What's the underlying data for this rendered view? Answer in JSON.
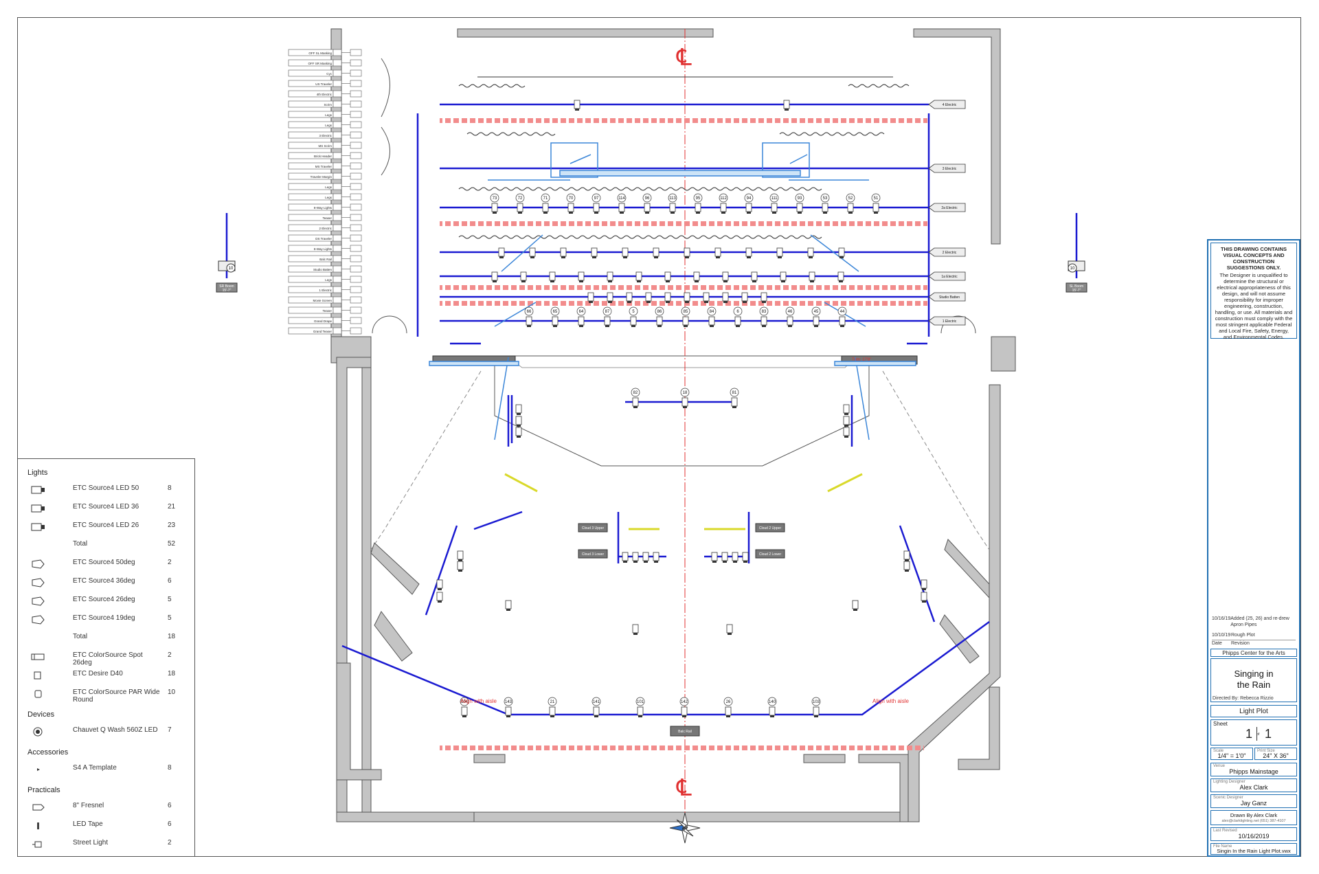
{
  "plot": {
    "centerline_symbol": "℄",
    "electrics": [
      "4 Electric",
      "3 Electric",
      "2a Electric",
      "2 Electric",
      "1a Electric",
      "Studio Batten",
      "1 Electric"
    ],
    "booms": [
      {
        "name": "SR Boom",
        "height": "15'-7\"",
        "unit": "10"
      },
      {
        "name": "SL Boom",
        "height": "15'-7\"",
        "unit": "10"
      }
    ],
    "annotations": {
      "align_left": "Align with aisle",
      "align_right": "Align with aisle",
      "cloud_labels": [
        "Cloud 3 Upper",
        "Cloud 3 Lower",
        "Cloud 2 Upper",
        "Cloud 2 Lower"
      ],
      "rail_label": "Balc Rail",
      "trim_label": "Trim: 17'8\""
    },
    "lineset_rows": [
      "OFF SL Masking",
      "OFF SR Masking",
      "Cyc",
      "US Traveler",
      "4th Electric",
      "Scrim",
      "Legs",
      "Legs",
      "3 Electric",
      "MS Scrim",
      "Brick Header",
      "MS Traveler",
      "Traveler Margin",
      "Legs",
      "Legs",
      "8-Way Lights",
      "Teaser",
      "2 Electric",
      "DS Traveler",
      "8-Way Lights",
      "Balc Rail",
      "Studio Batten",
      "Legs",
      "1 Electric",
      "Movie Screen",
      "Teaser",
      "Grand Drape",
      "Grand Teaser"
    ],
    "unit_numbers_2a": [
      "73",
      "72",
      "71",
      "70",
      "97",
      "114",
      "96",
      "113",
      "95",
      "112",
      "94",
      "111",
      "93",
      "53",
      "52",
      "51"
    ],
    "unit_numbers_1": [
      "66",
      "65",
      "64",
      "87",
      "5",
      "86",
      "85",
      "84",
      "6",
      "83",
      "46",
      "45",
      "44"
    ],
    "unit_numbers_house": [
      "82",
      "18",
      "81"
    ],
    "unit_numbers_rail": [
      "104",
      "143",
      "21",
      "141",
      "101",
      "142",
      "26",
      "140",
      "103"
    ]
  },
  "legend": {
    "sections": [
      {
        "title": "Lights",
        "rows": [
          {
            "icon": "led-fixture-icon",
            "name": "ETC Source4 LED 50",
            "count": "8"
          },
          {
            "icon": "led-fixture-icon",
            "name": "ETC Source4 LED 36",
            "count": "21"
          },
          {
            "icon": "led-fixture-icon",
            "name": "ETC Source4 LED 26",
            "count": "23"
          },
          {
            "icon": "",
            "name": "Total",
            "count": "52"
          },
          {
            "icon": "ellipsoidal-icon",
            "name": "ETC Source4 50deg",
            "count": "2"
          },
          {
            "icon": "ellipsoidal-icon",
            "name": "ETC Source4 36deg",
            "count": "6"
          },
          {
            "icon": "ellipsoidal-icon",
            "name": "ETC Source4 26deg",
            "count": "5"
          },
          {
            "icon": "ellipsoidal-icon",
            "name": "ETC Source4 19deg",
            "count": "5"
          },
          {
            "icon": "",
            "name": "Total",
            "count": "18"
          },
          {
            "icon": "spot-icon",
            "name": "ETC ColorSource Spot 26deg",
            "count": "2"
          },
          {
            "icon": "desire-icon",
            "name": "ETC Desire D40",
            "count": "18"
          },
          {
            "icon": "par-icon",
            "name": "ETC ColorSource PAR Wide Round",
            "count": "10"
          }
        ]
      },
      {
        "title": "Devices",
        "rows": [
          {
            "icon": "moving-wash-icon",
            "name": "Chauvet Q Wash 560Z LED",
            "count": "7"
          }
        ]
      },
      {
        "title": "Accessories",
        "rows": [
          {
            "icon": "template-icon",
            "name": "S4 A Template",
            "count": "8"
          }
        ]
      },
      {
        "title": "Practicals",
        "rows": [
          {
            "icon": "fresnel-icon",
            "name": "8\" Fresnel",
            "count": "6"
          },
          {
            "icon": "led-tape-icon",
            "name": "LED Tape",
            "count": "6"
          },
          {
            "icon": "street-light-icon",
            "name": "Street Light",
            "count": "2"
          }
        ]
      }
    ]
  },
  "titleblock": {
    "disclaimer_head": "THIS DRAWING CONTAINS VISUAL CONCEPTS AND CONSTRUCTION SUGGESTIONS ONLY.",
    "disclaimer_body": "The Designer is unqualified to determine the structural or electrical appropriateness of this design, and will not assume responsibility for improper engineering, construction, handling, or use. All materials and construction must comply with the most stringent applicable Federal and Local Fire, Safety, Energy, and Environmental Codes.",
    "revisions": [
      {
        "date": "10/16/19",
        "text": "Added (25, 26) and re-drew Apron Pipes"
      },
      {
        "date": "10/10/19",
        "text": "Rough Plot"
      }
    ],
    "rev_header_date": "Date",
    "rev_header_rev": "Revision",
    "venue_company": "Phipps Center for the Arts",
    "show_title_1": "Singing in",
    "show_title_2": "the Rain",
    "directed_by": "Directed By: Rebecca Rizzio",
    "drawing_type": "Light Plot",
    "sheet_label": "Sheet",
    "sheet_num": "1",
    "sheet_of": "of",
    "sheet_total": "1",
    "scale_label": "Scale",
    "scale_value": "1/4\" = 1'0\"",
    "print_label": "Print Size",
    "print_value": "24\" X 36\"",
    "venue_label": "Venue",
    "venue_value": "Phipps Mainstage",
    "ld_label": "Lighting Designer",
    "ld_value": "Alex Clark",
    "sd_label": "Scenic Designer",
    "sd_value": "Jay Ganz",
    "drawn_by": "Drawn By Alex Clark",
    "contact": "alex@clarklighting.net (651) 387-4107",
    "revised_label": "Last Revised",
    "revised_value": "10/16/2019",
    "file_label": "File Name",
    "file_value": "Singin In the Rain Light Plot.vwx"
  }
}
